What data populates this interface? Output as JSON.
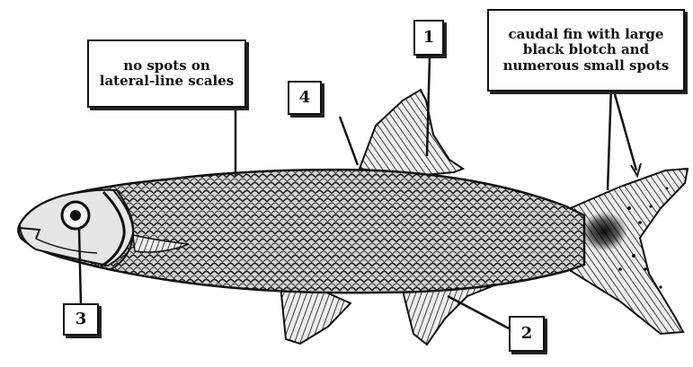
{
  "callouts": {
    "lateral_line": {
      "line1": "no spots on",
      "line2": "lateral-line scales"
    },
    "caudal_fin": {
      "line1": "caudal fin with large",
      "line2": "black blotch and",
      "line3": "numerous small spots"
    },
    "num1": "1",
    "num2": "2",
    "num3": "3",
    "num4": "4"
  },
  "colors": {
    "ink": "#111111",
    "paper": "#ffffff"
  }
}
